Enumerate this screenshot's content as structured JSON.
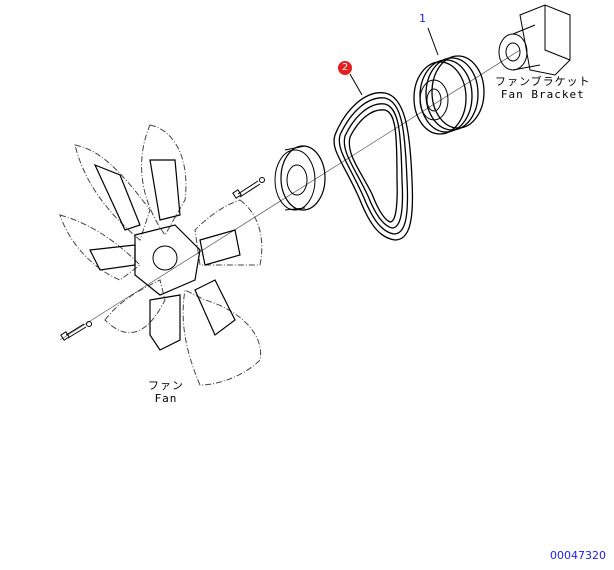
{
  "parts": [
    {
      "number": "1",
      "name": "fan-pulley"
    },
    {
      "number": "2",
      "name": "v-belt"
    }
  ],
  "labels": {
    "fan_bracket_jp": "ファンブラケット",
    "fan_bracket_en": "Fan Bracket",
    "fan_jp": "ファン",
    "fan_en": "Fan"
  },
  "drawing_code": "00047320",
  "colors": {
    "callout_number": "#1a1aff",
    "callout_badge": "#e52020"
  }
}
